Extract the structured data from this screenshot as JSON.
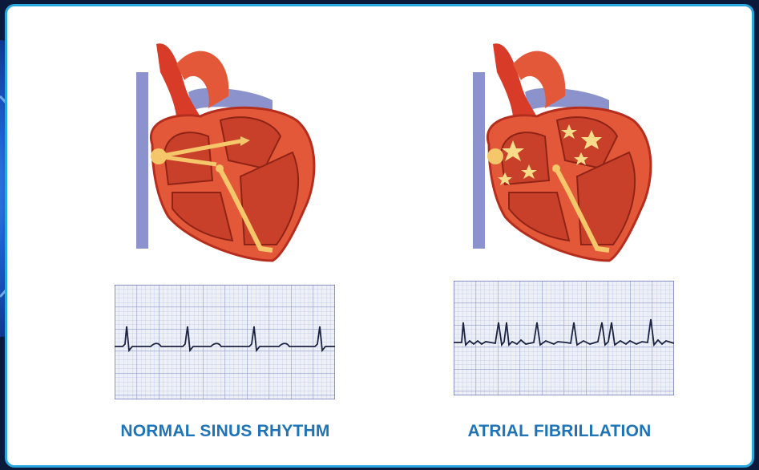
{
  "colors": {
    "frame": "#2aa7de",
    "caption": "#1f73b7",
    "ecg_grid_minor": "#bcc6e4",
    "ecg_grid_major": "#8e99c8",
    "ecg_trace": "#1c2340",
    "heart_muscle": "#e4583a",
    "heart_dark": "#b52e1d",
    "vessel": "#8c93cc",
    "conduction": "#f5c76a"
  },
  "panels": [
    {
      "caption": "NORMAL SINUS RHYTHM",
      "rhythm": "regular"
    },
    {
      "caption": "ATRIAL FIBRILLATION",
      "rhythm": "irregular"
    }
  ]
}
